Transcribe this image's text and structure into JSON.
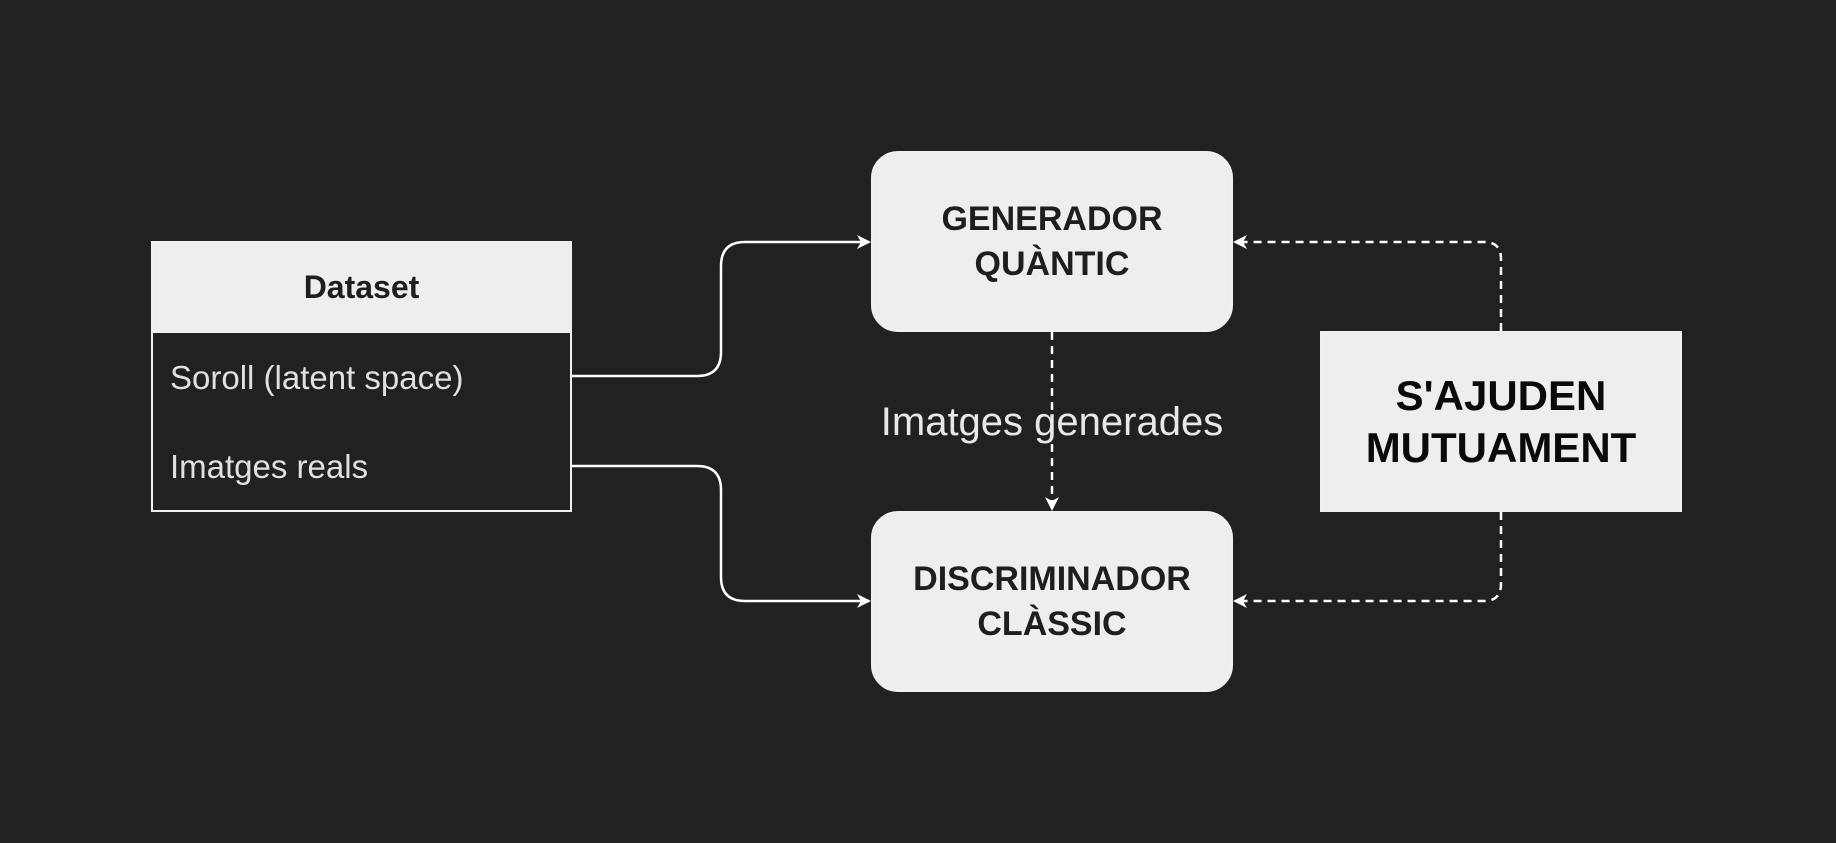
{
  "diagram": {
    "dataset": {
      "title": "Dataset",
      "rows": [
        "Soroll (latent space)",
        "Imatges reals"
      ]
    },
    "generator": {
      "line1": "GENERADOR",
      "line2": "QUÀNTIC"
    },
    "discriminator": {
      "line1": "DISCRIMINADOR",
      "line2": "CLÀSSIC"
    },
    "mutual": {
      "line1": "S'AJUDEN",
      "line2": "MUTUAMENT"
    },
    "edge_label": "Imatges generades"
  },
  "colors": {
    "background": "#212121",
    "node_fill": "#eeeeee",
    "stroke": "#ffffff",
    "text_dark": "#1e1e1e",
    "text_light": "#e0e0e0"
  }
}
